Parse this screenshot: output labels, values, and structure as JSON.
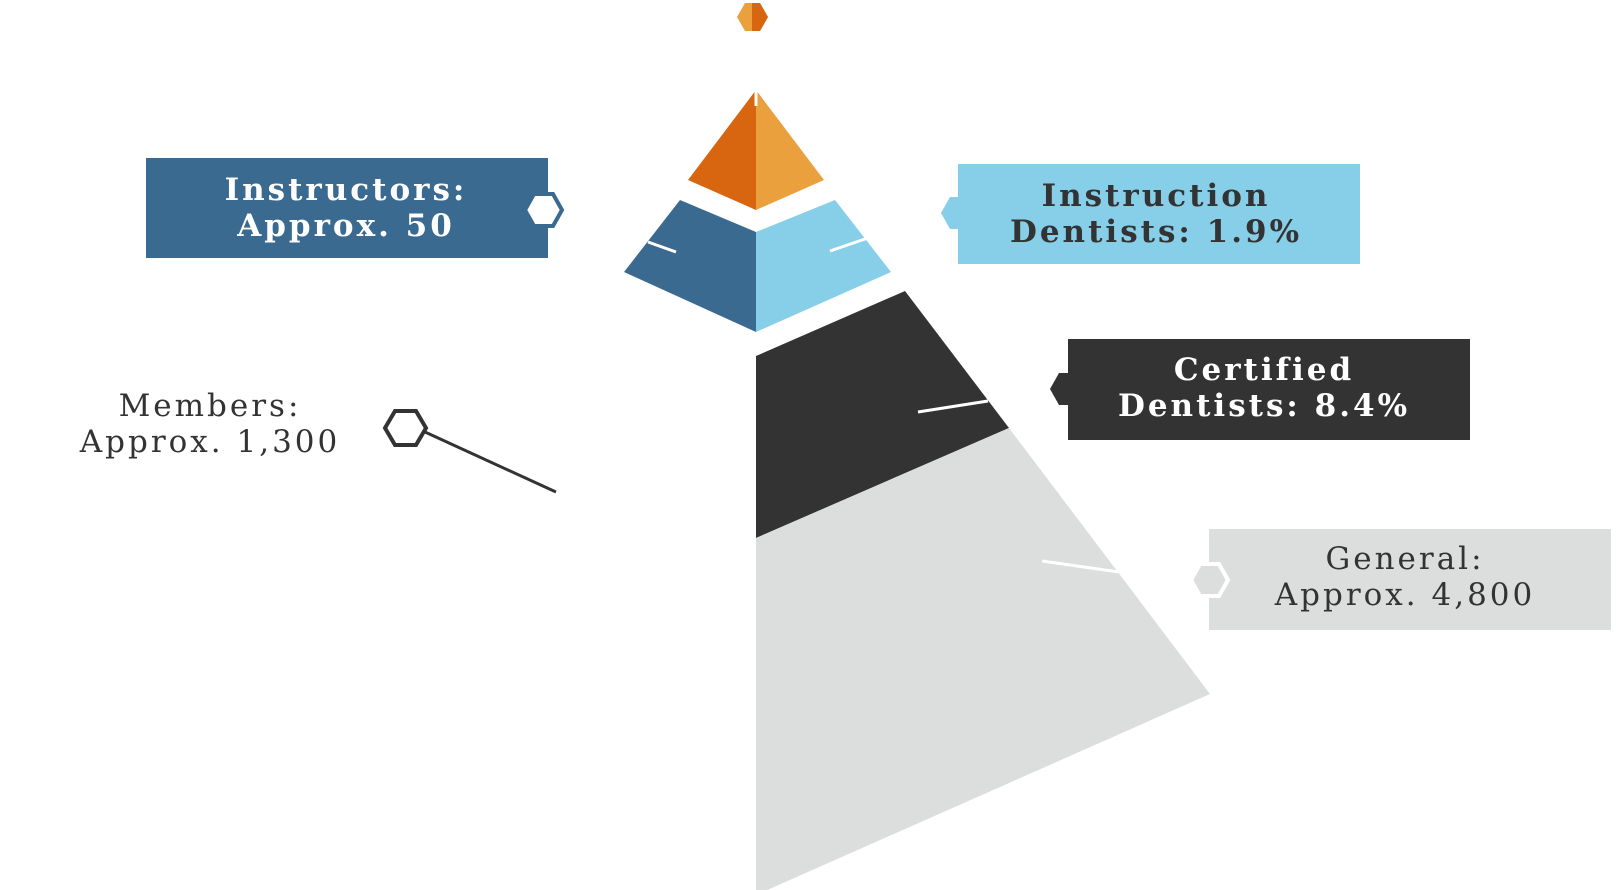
{
  "colors": {
    "orange_dark": "#D8650F",
    "orange_light": "#EAA03C",
    "blue_dark": "#3B6A90",
    "blue_light": "#87CEE9",
    "charcoal": "#333333",
    "light_gray": "#DCDEDD",
    "white": "#FFFFFF"
  },
  "labels": {
    "instructors": {
      "line1": "Instructors:",
      "line2": "Approx. 50"
    },
    "instruction_dentists": {
      "line1": "Instruction",
      "line2": "Dentists: 1.9%"
    },
    "certified_dentists": {
      "line1": "Certified",
      "line2": "Dentists: 8.4%"
    },
    "general": {
      "line1": "General:",
      "line2": "Approx. 4,800"
    },
    "members": {
      "line1": "Members:",
      "line2": "Approx. 1,300"
    }
  },
  "icons": [
    "hexagon-icon"
  ]
}
